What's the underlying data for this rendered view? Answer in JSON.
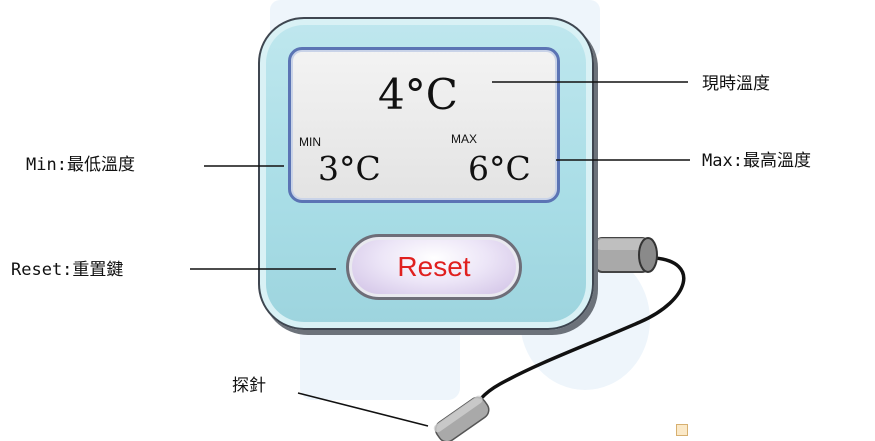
{
  "display": {
    "current_temp": "4°C",
    "min_tag": "MIN",
    "min_temp": "3°C",
    "max_tag": "MAX",
    "max_temp": "6°C",
    "reset_label": "Reset"
  },
  "callouts": {
    "current": "現時溫度",
    "min": "Min:最低溫度",
    "max": "Max:最高溫度",
    "reset": "Reset:重置鍵",
    "probe": "探針"
  },
  "colors": {
    "device_body": "#a8dde6",
    "screen_border": "#5b74b4",
    "reset_text": "#e0201f",
    "probe_cable": "#111111",
    "probe_tip": "#a9a9a9"
  }
}
